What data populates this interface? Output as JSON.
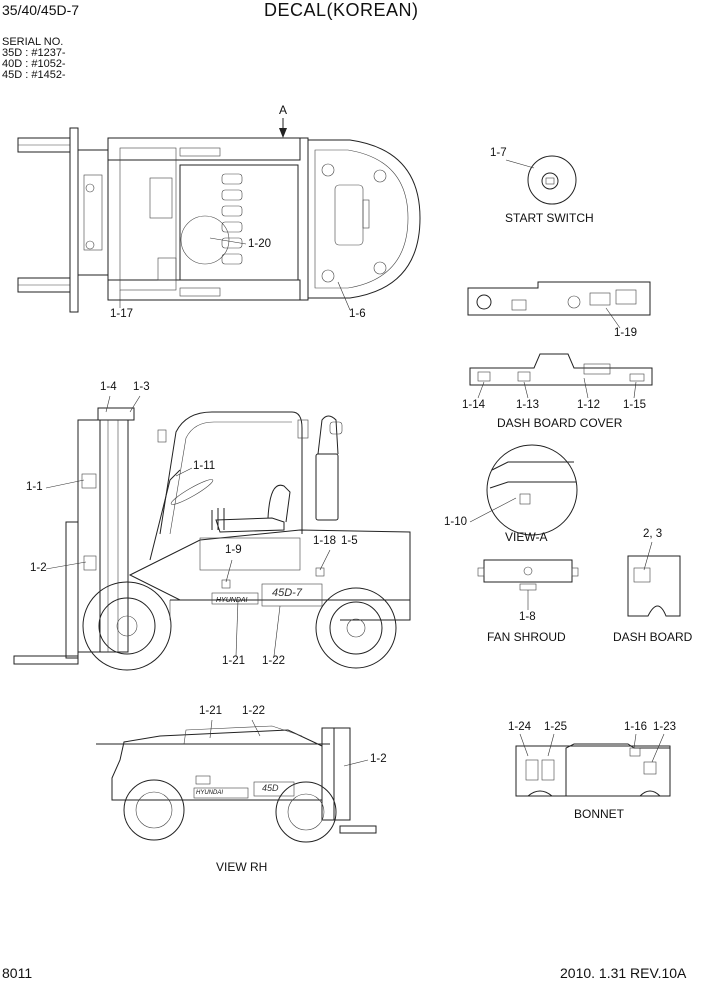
{
  "header": {
    "model": "35/40/45D-7",
    "title": "DECAL(KOREAN)",
    "serial_heading": "SERIAL NO.",
    "serials": [
      "35D : #1237-",
      "40D : #1052-",
      "45D : #1452-"
    ]
  },
  "footer": {
    "page_number": "8011",
    "date_rev": "2010. 1.31  REV.10A"
  },
  "views": {
    "top_view_arrow": "A",
    "start_switch": "START SWITCH",
    "dash_board_cover": "DASH BOARD COVER",
    "view_a": "VIEW-A",
    "fan_shroud": "FAN SHROUD",
    "dash_board": "DASH BOARD",
    "view_rh": "VIEW RH",
    "bonnet": "BONNET"
  },
  "part_labels": {
    "p1_1": "1-1",
    "p1_2": "1-2",
    "p1_2b": "1-2",
    "p1_3": "1-3",
    "p1_4": "1-4",
    "p1_5": "1-5",
    "p1_6": "1-6",
    "p1_7": "1-7",
    "p1_8": "1-8",
    "p1_9": "1-9",
    "p1_10": "1-10",
    "p1_11": "1-11",
    "p1_12": "1-12",
    "p1_13": "1-13",
    "p1_14": "1-14",
    "p1_15": "1-15",
    "p1_16": "1-16",
    "p1_17": "1-17",
    "p1_18": "1-18",
    "p1_19": "1-19",
    "p1_20": "1-20",
    "p1_21": "1-21",
    "p1_21b": "1-21",
    "p1_22": "1-22",
    "p1_22b": "1-22",
    "p1_23": "1-23",
    "p1_24": "1-24",
    "p1_25": "1-25",
    "p2_3": "2, 3"
  },
  "decal_text": {
    "side_model": "45D-7",
    "rh_model": "45D",
    "brand": "HYUNDAI"
  }
}
